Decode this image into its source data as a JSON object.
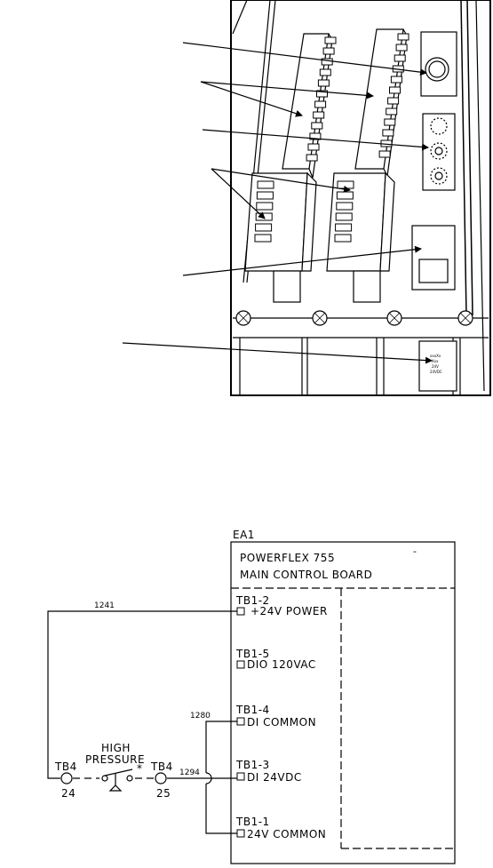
{
  "photo": {
    "small_label_lines": [
      "xxxXx",
      "Xxx",
      "24V",
      "24VDC"
    ]
  },
  "schematic": {
    "board_ref": "EA1",
    "board_title_line1": "POWERFLEX 755",
    "board_title_line2": "MAIN CONTROL BOARD",
    "corner_mark": "-",
    "terminals": [
      {
        "id": "TB1-2",
        "desc": "+24V POWER"
      },
      {
        "id": "TB1-5",
        "desc": "DIO 120VAC"
      },
      {
        "id": "TB1-4",
        "desc": "DI COMMON"
      },
      {
        "id": "TB1-3",
        "desc": "DI 24VDC"
      },
      {
        "id": "TB1-1",
        "desc": "24V COMMON"
      }
    ],
    "wires": {
      "w1241": "1241",
      "w1280": "1280",
      "w1294": "1294"
    },
    "switch": {
      "line1": "HIGH",
      "line2": "PRESSURE",
      "asterisk": "*",
      "left_block": "TB4",
      "left_num": "24",
      "right_block": "TB4",
      "right_num": "25"
    }
  }
}
